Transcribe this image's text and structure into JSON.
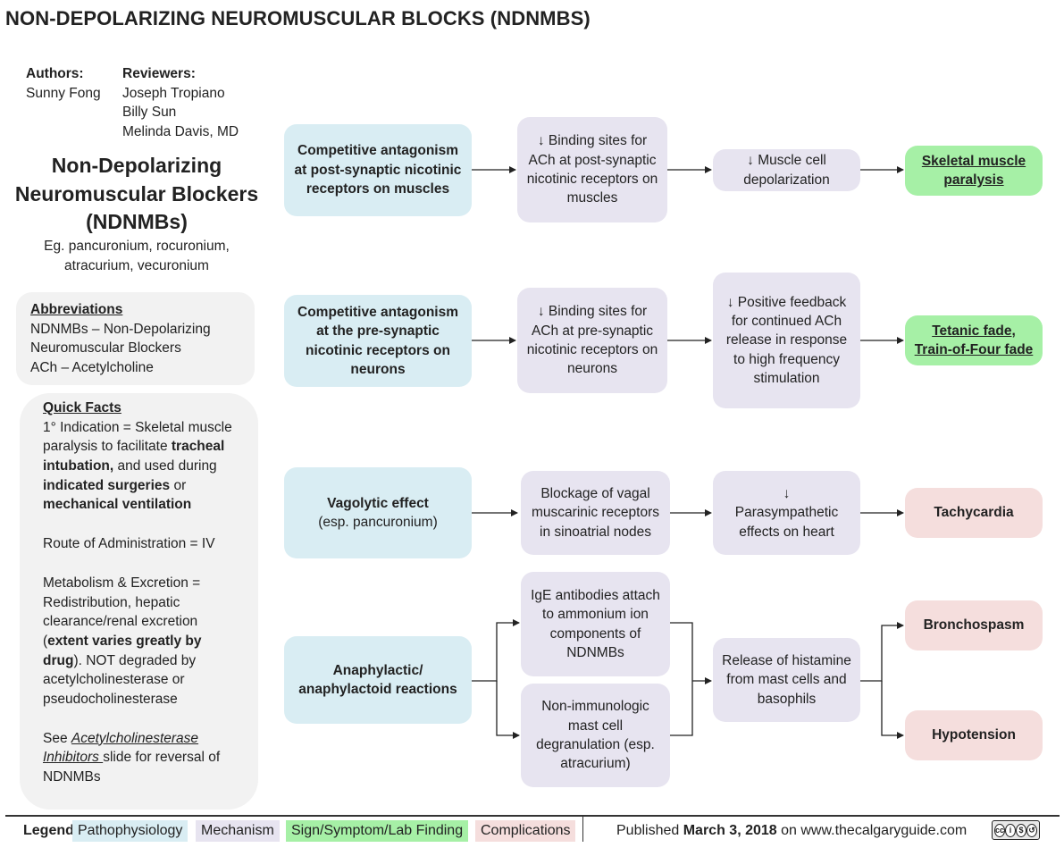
{
  "title": "NON-DEPOLARIZING NEUROMUSCULAR BLOCKS (NDNMBS)",
  "people": {
    "authors_label": "Authors:",
    "authors": [
      "Sunny Fong"
    ],
    "reviewers_label": "Reviewers:",
    "reviewers": [
      "Joseph Tropiano",
      "Billy Sun",
      "Melinda Davis, MD"
    ]
  },
  "drug": {
    "title_lines": [
      "Non-Depolarizing",
      "Neuromuscular Blockers",
      "(NDNMBs)"
    ],
    "examples_lines": [
      "Eg. pancuronium, rocuronium,",
      "atracurium, vecuronium"
    ]
  },
  "abbreviations": {
    "heading": "Abbreviations",
    "lines": [
      "NDNMBs – Non-Depolarizing",
      "Neuromuscular Blockers",
      "ACh – Acetylcholine"
    ]
  },
  "quick_facts": {
    "heading": "Quick Facts",
    "indication_1": "1° Indication = Skeletal muscle paralysis to facilitate ",
    "indication_b1": "tracheal intubation,",
    "indication_2": " and used during ",
    "indication_b2": "indicated surgeries",
    "indication_3": " or ",
    "indication_b3": "mechanical ventilation",
    "route": "Route of Administration = IV",
    "metab_1": "Metabolism & Excretion = Redistribution, hepatic clearance/renal excretion (",
    "metab_b": "extent varies greatly by drug",
    "metab_2": "). NOT degraded by acetylcholinesterase or pseudocholinesterase",
    "see_1": "See ",
    "see_link": "Acetylcholinesterase Inhibitors ",
    "see_2": "slide for reversal of NDNMBs"
  },
  "flow": {
    "row1": {
      "patho": "Competitive antagonism at post-synaptic nicotinic receptors on muscles",
      "mech1": "↓ Binding sites for ACh at post-synaptic nicotinic receptors on muscles",
      "mech2": "↓  Muscle cell depolarization",
      "result": "Skeletal muscle paralysis"
    },
    "row2": {
      "patho": "Competitive antagonism at the pre-synaptic nicotinic receptors on neurons",
      "mech1": "↓ Binding sites for ACh at pre-synaptic nicotinic receptors on neurons",
      "mech2": "↓ Positive feedback for continued ACh release in response to high frequency stimulation",
      "result": "Tetanic fade, Train-of-Four fade"
    },
    "row3": {
      "patho_bold": "Vagolytic effect",
      "patho_sub": "(esp. pancuronium)",
      "mech1": "Blockage of vagal muscarinic receptors in sinoatrial nodes",
      "mech2_arrow": "↓",
      "mech2": "Parasympathetic effects on heart",
      "result": "Tachycardia"
    },
    "row4": {
      "patho": "Anaphylactic/ anaphylactoid reactions",
      "mech_a": "IgE antibodies attach to ammonium ion components of NDNMBs",
      "mech_b": "Non-immunologic mast cell degranulation (esp. atracurium)",
      "mech2": "Release of histamine from mast cells and basophils",
      "result_a": "Bronchospasm",
      "result_b": "Hypotension"
    }
  },
  "legend": {
    "label": "Legend:",
    "items": [
      "Pathophysiology",
      "Mechanism",
      "Sign/Symptom/Lab Finding",
      "Complications"
    ],
    "colors": [
      "#d9edf3",
      "#e7e4f0",
      "#a6f0a6",
      "#f5dedd"
    ]
  },
  "footer": {
    "pub_1": "Published ",
    "pub_date": "March 3, 2018",
    "pub_2": " on www.thecalgaryguide.com",
    "license": "cc-by-nc-sa-icon"
  }
}
